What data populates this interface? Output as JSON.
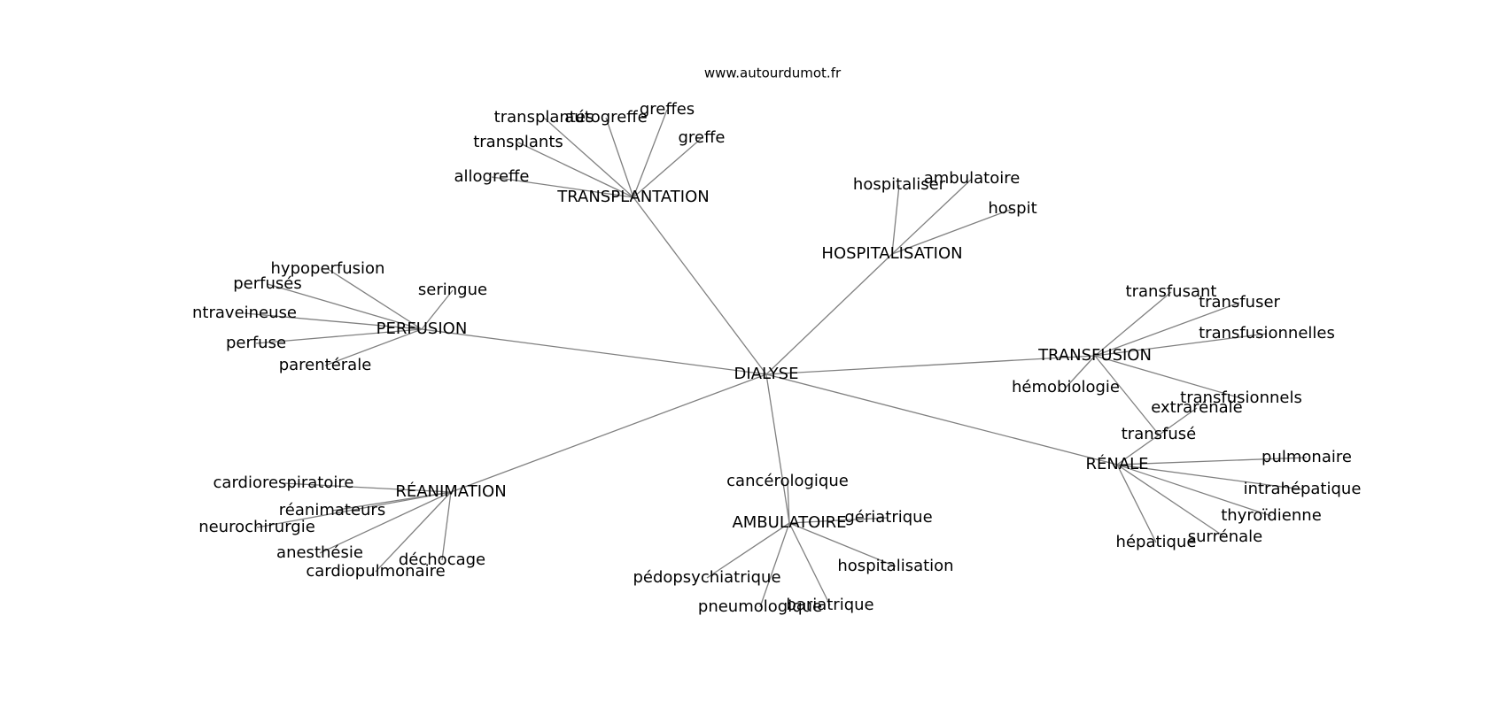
{
  "source": "www.autourdumot.fr",
  "graph": {
    "root": "DIALYSE",
    "hubs": [
      {
        "id": "transplantation",
        "label": "TRANSPLANTATION",
        "leaves": [
          "transplantés",
          "autogreffe",
          "greffes",
          "transplants",
          "greffe",
          "allogreffe"
        ]
      },
      {
        "id": "hospitalisation",
        "label": "HOSPITALISATION",
        "leaves": [
          "hospitaliser",
          "ambulatoire",
          "hospit"
        ]
      },
      {
        "id": "perfusion",
        "label": "PERFUSION",
        "leaves": [
          "hypoperfusion",
          "perfusés",
          "seringue",
          "ntraveineuse",
          "perfuse",
          "parentérale"
        ]
      },
      {
        "id": "transfusion",
        "label": "TRANSFUSION",
        "leaves": [
          "transfusant",
          "transfuser",
          "transfusionnelles",
          "hémobiologie",
          "transfusionnels",
          "transfusé"
        ]
      },
      {
        "id": "renale",
        "label": "RÉNALE",
        "leaves": [
          "extrarénale",
          "pulmonaire",
          "intrahépatique",
          "thyroïdienne",
          "surrénale",
          "hépatique"
        ]
      },
      {
        "id": "reanimation",
        "label": "RÉANIMATION",
        "leaves": [
          "cardiorespiratoire",
          "réanimateurs",
          "neurochirurgie",
          "anesthésie",
          "cardiopulmonaire",
          "déchocage"
        ]
      },
      {
        "id": "ambulatoire",
        "label": "AMBULATOIRE",
        "leaves": [
          "cancérologique",
          "gériatrique",
          "hospitalisation",
          "pédopsychiatrique",
          "pneumologique",
          "bariatrique"
        ]
      }
    ]
  }
}
